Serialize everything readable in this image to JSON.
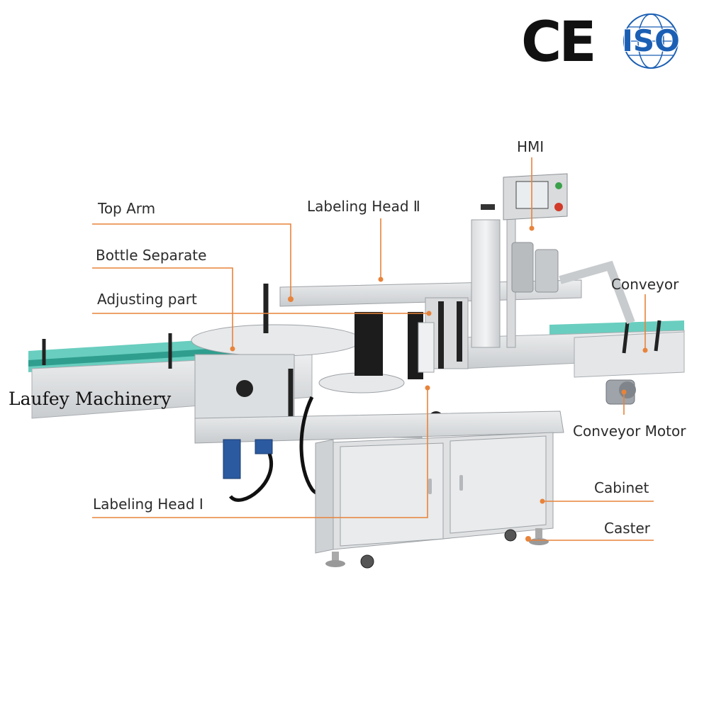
{
  "labels": {
    "hmi": "HMI",
    "top_arm": "Top Arm",
    "labeling_head_2": "Labeling Head Ⅱ",
    "bottle_separate": "Bottle Separate",
    "adjusting_part": "Adjusting part",
    "conveyor": "Conveyor",
    "conveyor_motor": "Conveyor Motor",
    "cabinet": "Cabinet",
    "labeling_head_1": "Labeling Head I",
    "caster": "Caster"
  },
  "watermark": "Laufey Machinery",
  "certifications": {
    "ce": "CE",
    "iso": "ISO"
  },
  "colors": {
    "callout_line": "#e8833a",
    "steel": "#d6d8da",
    "belt": "#4fc6b4",
    "iso_blue": "#1b5fb4"
  }
}
